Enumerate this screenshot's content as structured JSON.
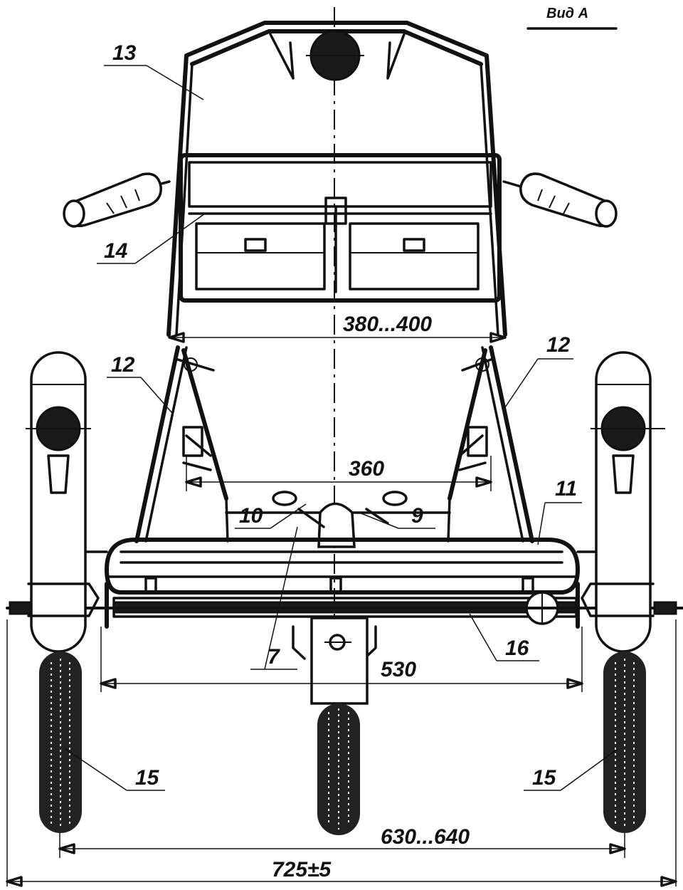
{
  "view_label": "Вид А",
  "part_labels": {
    "p13": "13",
    "p14": "14",
    "p12_left": "12",
    "p12_right": "12",
    "p11": "11",
    "p10": "10",
    "p9": "9",
    "p7": "7",
    "p16": "16",
    "p15_left": "15",
    "p15_right": "15"
  },
  "dimensions": {
    "seat_width": "380...400",
    "footrest_width": "360",
    "frame_width": "530",
    "wheel_track": "630...640",
    "overall_width": "725±5"
  }
}
